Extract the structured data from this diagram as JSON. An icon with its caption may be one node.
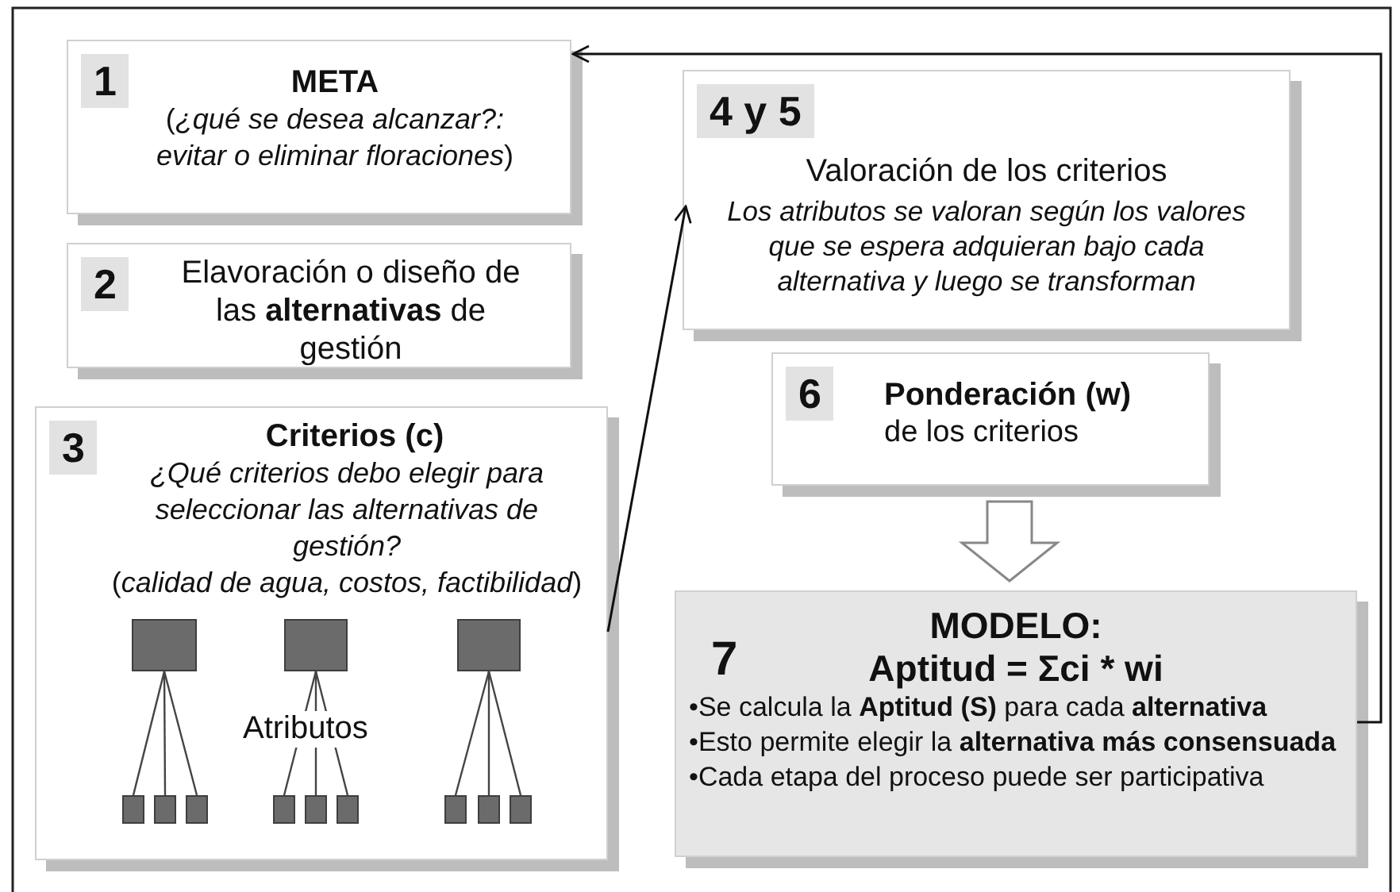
{
  "diagram": {
    "nodes": [
      {
        "text": [
          "1",
          "META",
          "(*¿qué se desea alcanzar?: evitar o eliminar floraciones*)"
        ]
      },
      {
        "text": [
          "2",
          "Elavoración o diseño de las **alternativas** de gestión"
        ]
      },
      {
        "text": [
          "3",
          "Criterios (c)",
          "¿Qué criterios debo elegir para seleccionar las alternativas de gestión?",
          "(*calidad de agua, costos, factibilidad*)",
          "Atributos"
        ]
      },
      {
        "text": [
          "4 y 5",
          "Valoración de los criterios",
          "Los atributos se valoran según los valores que se espera adquieran bajo cada alternativa y luego se transforman"
        ]
      },
      {
        "text": [
          "6",
          "Ponderación (w)",
          "de los criterios"
        ]
      },
      {
        "text": [
          "7",
          "**MODELO**:",
          "Aptitud = Σci * wi",
          "•Se calcula la **Aptitud (S)** para cada **alternativa**",
          "•Esto permite elegir la **alternativa más consensuada**",
          "•Cada etapa del proceso puede ser participativa"
        ]
      },
      {
        "text": [],
        "shape": "box",
        "in": 2
      },
      {
        "text": [],
        "shape": "box",
        "in": 2
      },
      {
        "text": [],
        "shape": "box",
        "in": 2
      },
      {
        "text": [],
        "shape": "box",
        "in": 2
      },
      {
        "text": [],
        "shape": "box",
        "in": 2
      },
      {
        "text": [],
        "shape": "box",
        "in": 2
      },
      {
        "text": [],
        "shape": "box",
        "in": 2
      },
      {
        "text": [],
        "shape": "box",
        "in": 2
      },
      {
        "text": [],
        "shape": "box",
        "in": 2
      },
      {
        "text": [],
        "shape": "box",
        "in": 2
      },
      {
        "text": [],
        "shape": "box",
        "in": 2
      },
      {
        "text": [],
        "shape": "box",
        "in": 2
      }
    ],
    "edges": [
      {
        "from": 5,
        "to": 0,
        "arrow": "to"
      },
      {
        "from": 2,
        "to": 3,
        "arrow": "to"
      },
      {
        "from": 4,
        "to": 5,
        "arrow": "to"
      },
      {
        "from": 6,
        "to": 9,
        "arrow": "none"
      },
      {
        "from": 6,
        "to": 10,
        "arrow": "none"
      },
      {
        "from": 6,
        "to": 11,
        "arrow": "none"
      },
      {
        "from": 7,
        "to": 12,
        "arrow": "none"
      },
      {
        "from": 7,
        "to": 13,
        "arrow": "none"
      },
      {
        "from": 7,
        "to": 14,
        "arrow": "none"
      },
      {
        "from": 8,
        "to": 15,
        "arrow": "none"
      },
      {
        "from": 8,
        "to": 16,
        "arrow": "none"
      },
      {
        "from": 8,
        "to": 17,
        "arrow": "none"
      }
    ]
  }
}
